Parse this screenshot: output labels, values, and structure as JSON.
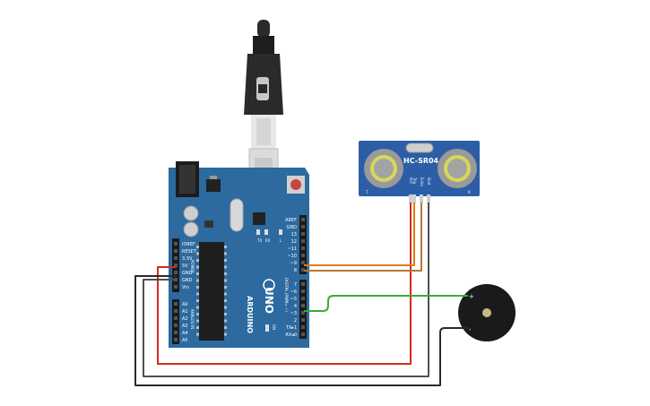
{
  "arduino": {
    "brand": "ARDUINO",
    "model": "UNO",
    "header_top_labels": [
      "AREF",
      "GND",
      "13",
      "12",
      "~11",
      "~10",
      "~9",
      "8"
    ],
    "header_mid_labels": [
      "7",
      "~6",
      "~5",
      "4",
      "~3",
      "2",
      "TX▸1",
      "RX◂0"
    ],
    "digital_label": "DIGITAL (PWM= ~)",
    "power_labels": [
      "IOREF",
      "RESET",
      "3.3V",
      "5V",
      "GND",
      "GND",
      "Vin"
    ],
    "power_title": "POWER",
    "analog_labels": [
      "A0",
      "A1",
      "A2",
      "A3",
      "A4",
      "A5"
    ],
    "analog_title": "ANALOG IN",
    "led_labels": [
      "TX",
      "RX",
      "L"
    ],
    "on_label": "ON"
  },
  "sensor": {
    "name": "HC-SR04",
    "left_mark": "T",
    "right_mark": "R",
    "pin_labels": [
      "Vcc",
      "Trig",
      "Echo",
      "Gnd"
    ]
  },
  "buzzer": {
    "plus_label": "+",
    "minus_label": "-"
  },
  "colors": {
    "board": "#2c6aa0",
    "wire_red": "#d42a1f",
    "wire_orange": "#e07d10",
    "wire_brown": "#b5793a",
    "wire_green": "#3bab3b",
    "wire_gray": "#4a4a4a",
    "wire_black": "#2a2a2a"
  }
}
